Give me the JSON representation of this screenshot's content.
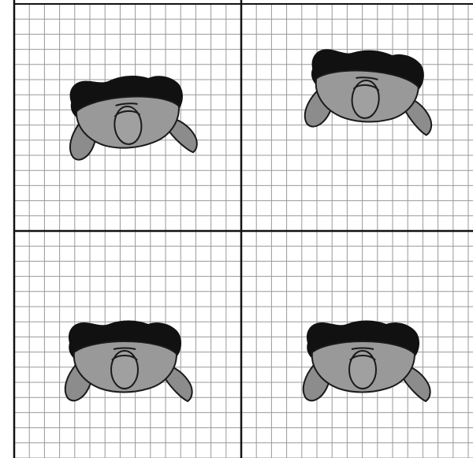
{
  "figure": {
    "quadrants": [
      {
        "id": "top-left",
        "figure": "person-top-view"
      },
      {
        "id": "top-right",
        "figure": "person-top-view"
      },
      {
        "id": "bottom-left",
        "figure": "person-top-view"
      },
      {
        "id": "bottom-right",
        "figure": "person-top-view"
      }
    ],
    "colors": {
      "grid_line": "#999999",
      "divider": "#111111",
      "body": "#8c8c8c",
      "shadow": "#111111",
      "outline": "#1a1a1a",
      "head": "#a0a0a0"
    }
  }
}
